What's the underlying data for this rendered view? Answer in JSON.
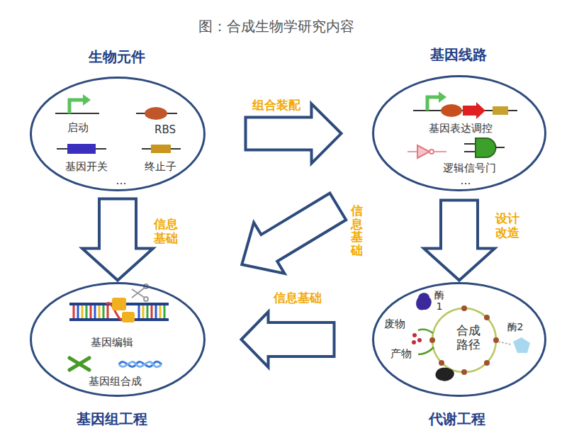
{
  "diagram": {
    "title": "图：合成生物学研究内容",
    "nodes": [
      {
        "text": [
          "生物元件",
          "启动",
          "RBS",
          "基因开关",
          "终止子",
          "…"
        ]
      },
      {
        "text": [
          "基因线路",
          "基因表达调控",
          "逻辑信号门",
          "…"
        ]
      },
      {
        "text": [
          "基因组工程",
          "基因编辑",
          "基因组合成"
        ]
      },
      {
        "text": [
          "代谢工程",
          "酶 1",
          "废物",
          "合成 路径",
          "酶2",
          "产物"
        ]
      }
    ],
    "edges": [
      {
        "from": 0,
        "to": 1,
        "label": "组合装配",
        "arrow": "to"
      },
      {
        "from": 0,
        "to": 2,
        "label": "信息 基础",
        "arrow": "to"
      },
      {
        "from": 1,
        "to": 2,
        "label": "信息基础",
        "arrow": "to"
      },
      {
        "from": 1,
        "to": 3,
        "label": "设计 改造",
        "arrow": "to"
      },
      {
        "from": 3,
        "to": 2,
        "label": "信息基础",
        "arrow": "to"
      }
    ]
  }
}
